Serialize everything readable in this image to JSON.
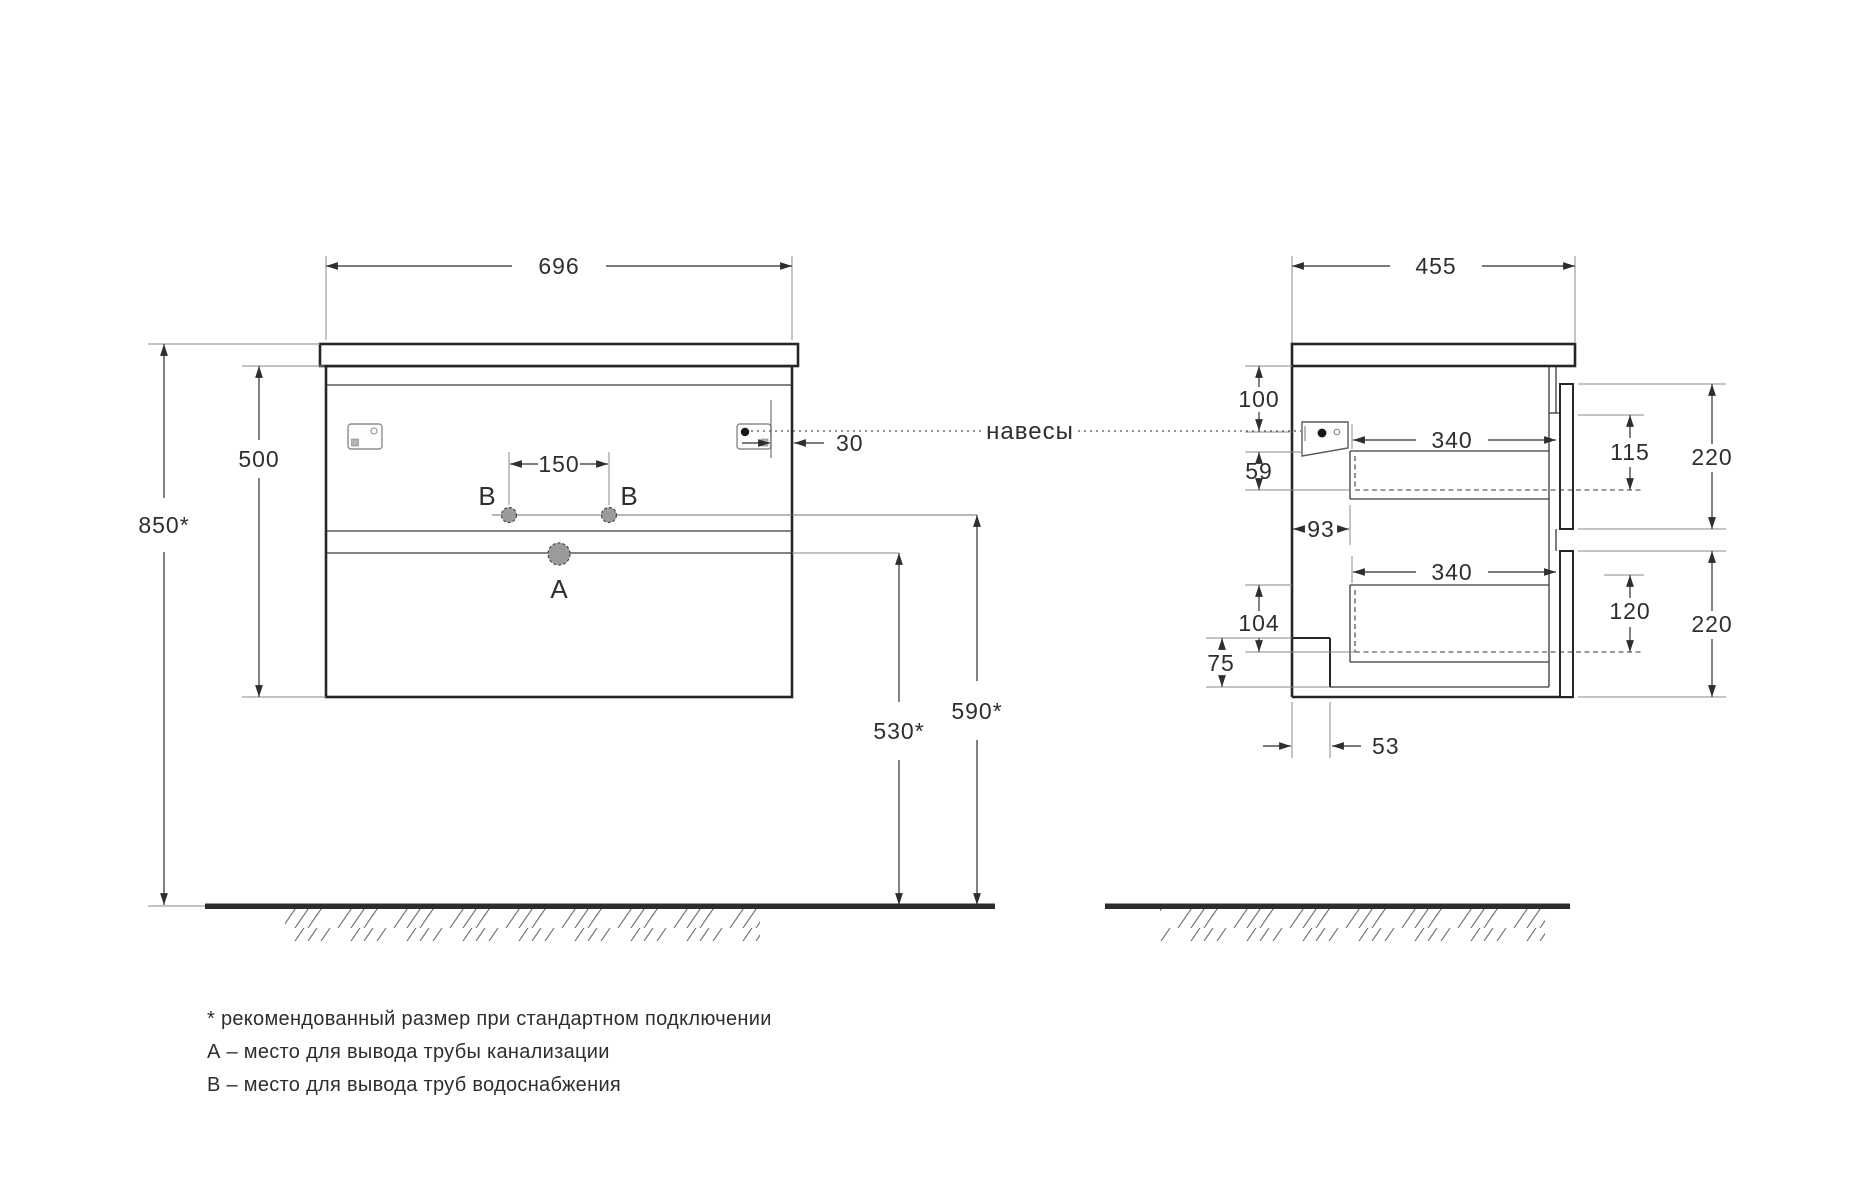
{
  "front_view": {
    "dim_width": "696",
    "dim_total_height": "850*",
    "dim_body_height": "500",
    "dim_faucet_spacing": "150",
    "dim_bracket_inset": "30",
    "dim_drain_height": "530*",
    "dim_supply_height": "590*",
    "point_a_label": "A",
    "point_b_left_label": "B",
    "point_b_right_label": "B"
  },
  "side_view": {
    "dim_depth": "455",
    "dim_top_clearance": "100",
    "dim_bracket_drop": "59",
    "dim_back_clearance": "93",
    "dim_drawer1_depth": "340",
    "dim_drawer2_depth": "340",
    "dim_drawer1_inner_height": "115",
    "dim_front1_height": "220",
    "dim_drawer2_inner_height": "120",
    "dim_front2_height": "220",
    "dim_back_inner_height": "104",
    "dim_recess_height": "75",
    "dim_recess_depth": "53"
  },
  "callout": {
    "brackets_label": "навесы"
  },
  "notes": {
    "recommended": "* рекомендованный размер при стандартном подключении",
    "note_a": "А – место для вывода трубы канализации",
    "note_b": "В – место для вывода труб водоснабжения"
  }
}
